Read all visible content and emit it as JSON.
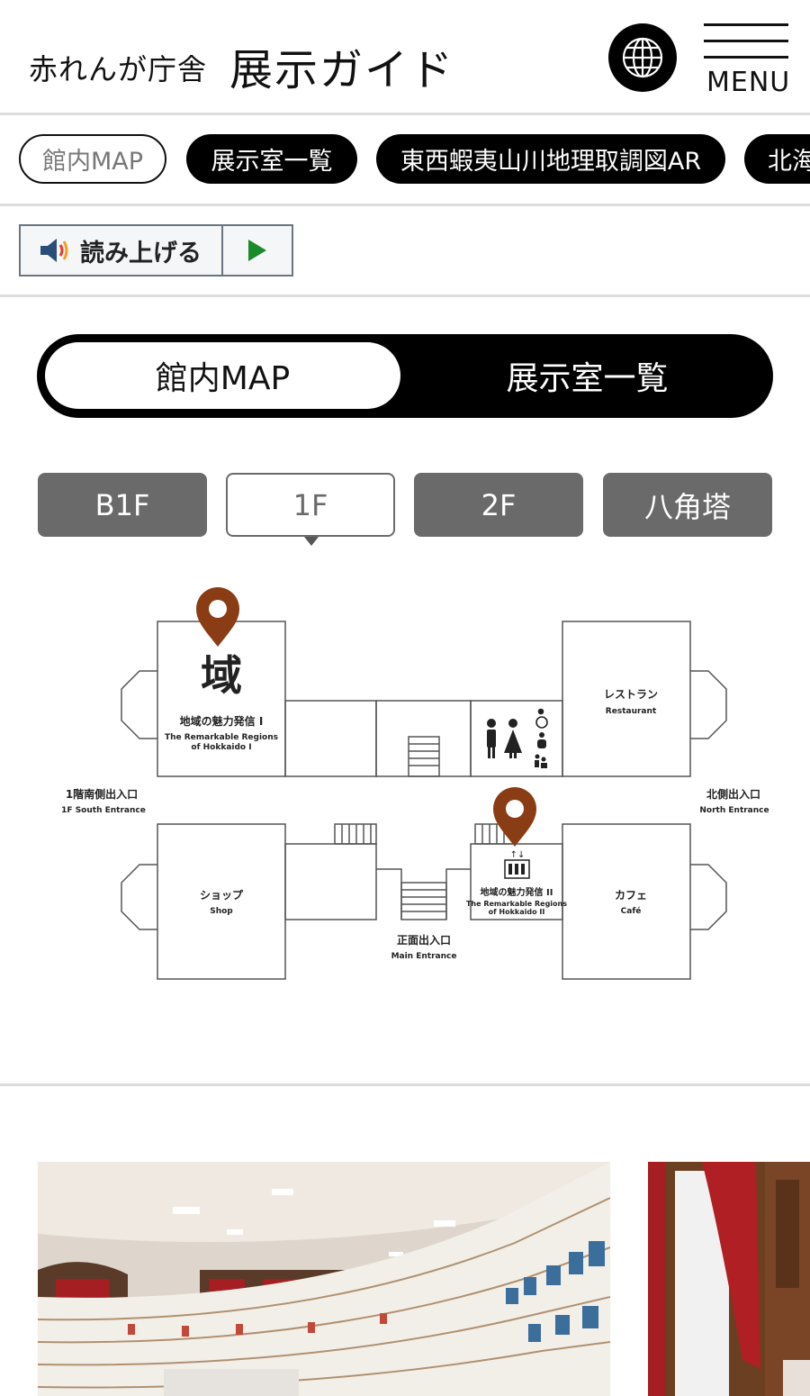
{
  "header": {
    "brand": "赤れんが庁舎",
    "title": "展示ガイド",
    "menu_label": "MENU"
  },
  "tabs": [
    "館内MAP",
    "展示室一覧",
    "東西蝦夷山川地理取調図AR",
    "北海"
  ],
  "reader": {
    "label": "読み上げる"
  },
  "segment": {
    "active": "館内MAP",
    "inactive": "展示室一覧"
  },
  "floors": [
    "B1F",
    "1F",
    "2F",
    "八角塔"
  ],
  "map": {
    "room1_kanji": "域",
    "room1_name": "地域の魅力発信 I",
    "room1_en1": "The Remarkable Regions",
    "room1_en2": "of Hokkaido I",
    "restaurant_ja": "レストラン",
    "restaurant_en": "Restaurant",
    "south_entrance_ja": "1階南側出入口",
    "south_entrance_en": "1F South Entrance",
    "north_entrance_ja": "北側出入口",
    "north_entrance_en": "North Entrance",
    "shop_ja": "ショップ",
    "shop_en": "Shop",
    "room2_name": "地域の魅力発信 II",
    "room2_en1": "The Remarkable Regions",
    "room2_en2": "of Hokkaido II",
    "cafe_ja": "カフェ",
    "cafe_en": "Café",
    "main_entrance_ja": "正面出入口",
    "main_entrance_en": "Main Entrance"
  },
  "colors": {
    "pin": "#8a3d14",
    "gray_button": "#6a6a6a",
    "line": "#555555"
  }
}
